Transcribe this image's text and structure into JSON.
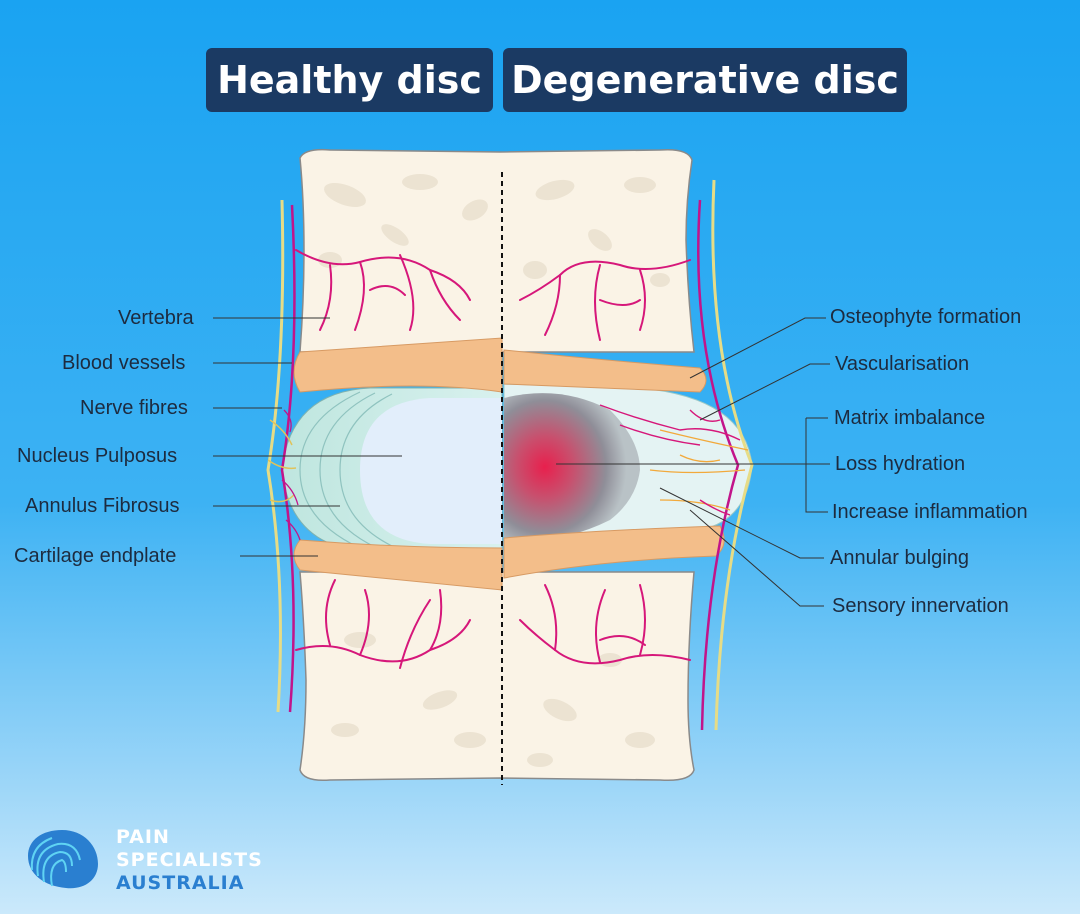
{
  "titles": {
    "healthy": "Healthy disc",
    "degenerative": "Degenerative disc"
  },
  "labels_left": [
    {
      "id": "vertebra",
      "text": "Vertebra"
    },
    {
      "id": "blood-vessels",
      "text": "Blood vessels"
    },
    {
      "id": "nerve-fibres",
      "text": "Nerve fibres"
    },
    {
      "id": "nucleus-pulposus",
      "text": "Nucleus Pulposus"
    },
    {
      "id": "annulus-fibrosus",
      "text": "Annulus Fibrosus"
    },
    {
      "id": "cartilage-endplate",
      "text": "Cartilage endplate"
    }
  ],
  "labels_right": [
    {
      "id": "osteophyte-formation",
      "text": "Osteophyte formation"
    },
    {
      "id": "vascularisation",
      "text": "Vascularisation"
    },
    {
      "id": "matrix-imbalance",
      "text": "Matrix imbalance"
    },
    {
      "id": "loss-hydration",
      "text": "Loss hydration"
    },
    {
      "id": "increase-inflammation",
      "text": "Increase inflammation"
    },
    {
      "id": "annular-bulging",
      "text": "Annular bulging"
    },
    {
      "id": "sensory-innervation",
      "text": "Sensory innervation"
    }
  ],
  "logo": {
    "line1": "PAIN",
    "line2": "SPECIALISTS",
    "line3": "AUSTRALIA"
  },
  "colors": {
    "title_bg": "#1b3a63",
    "bone": "#faf3e6",
    "endplate": "#f3be8a",
    "vessel": "#d6177a",
    "nerve": "#e0d680",
    "annulus": "#cfeeea",
    "nucleus": "#e2eefb",
    "inflammation": "#e8204d",
    "logo_blue": "#2a7fd0",
    "logo_cyan": "#5fd3f3"
  }
}
